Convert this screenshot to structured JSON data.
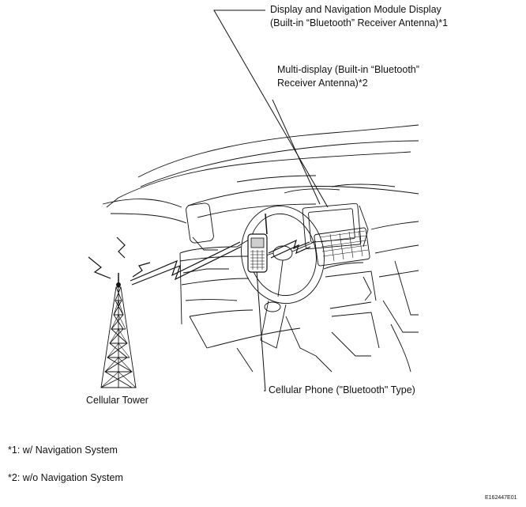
{
  "labels": {
    "display_nav_line1": "Display and Navigation Module Display",
    "display_nav_line2": "(Built-in “Bluetooth” Receiver Antenna)*1",
    "multi_display_line1": "Multi-display (Built-in “Bluetooth”",
    "multi_display_line2": "Receiver Antenna)*2",
    "cellular_phone": "Cellular Phone (\"Bluetooth\" Type)",
    "cellular_tower": "Cellular Tower"
  },
  "footnotes": {
    "note1": "*1: w/ Navigation System",
    "note2": "*2: w/o Navigation System"
  },
  "figure_code": "E162447E01"
}
